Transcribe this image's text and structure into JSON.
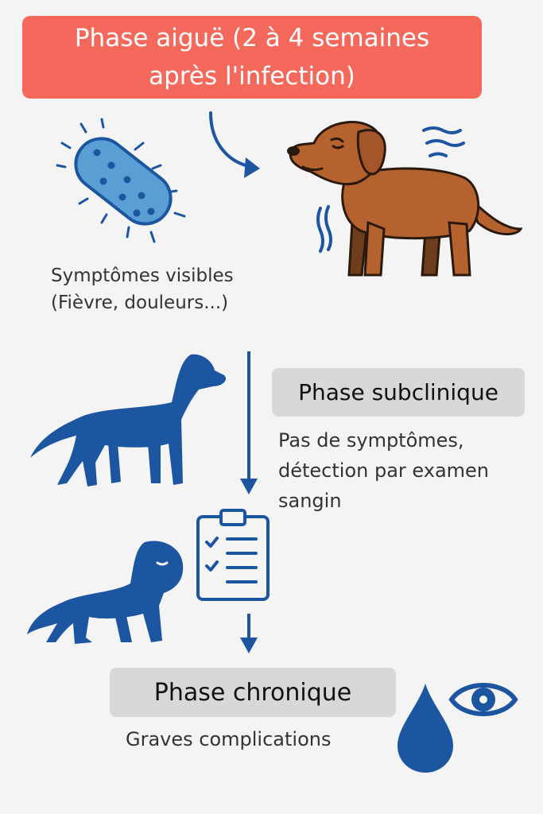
{
  "acute_phase": {
    "title_line1": "Phase aiguë (2 à 4 semaines",
    "title_line2": "après l'infection)",
    "caption_line1": "Symptômes visibles",
    "caption_line2": "(Fièvre, douleurs...)"
  },
  "subclinical_phase": {
    "title": "Phase subclinique",
    "desc_line1": "Pas de symptômes,",
    "desc_line2": "détection par examen",
    "desc_line3": "sangin"
  },
  "chronic_phase": {
    "title": "Phase chronique",
    "desc": "Graves complications"
  },
  "colors": {
    "banner": "#f4695b",
    "blue": "#1d56a0",
    "bacterium": "#5a9fd4",
    "dog_brown": "#b5622f",
    "dog_dark": "#6e3d1c",
    "box_gray": "#d8d8d8"
  },
  "icons": [
    "bacterium-icon",
    "curved-arrow-icon",
    "sick-brown-dog-icon",
    "walking-dog-icon",
    "down-arrow-icon",
    "clipboard-checklist-icon",
    "sad-dog-icon",
    "drop-icon",
    "eye-icon"
  ]
}
